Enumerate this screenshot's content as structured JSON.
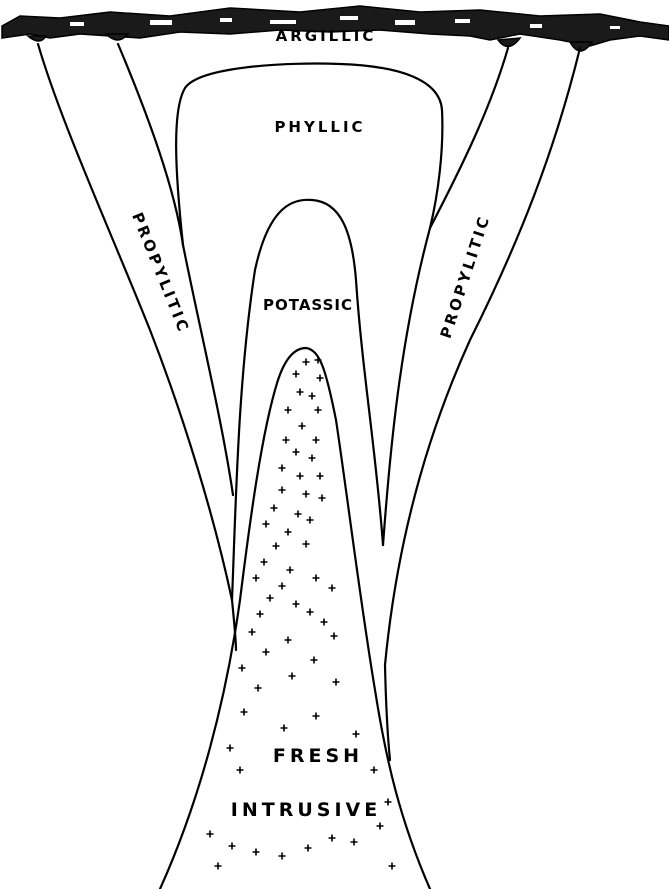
{
  "zones": {
    "argillic": "ARGILLIC",
    "phyllic": "PHYLLIC",
    "potassic": "POTASSIC",
    "propylitic_left": "PROPYLITIC",
    "propylitic_right": "PROPYLITIC",
    "fresh": "FRESH",
    "intrusive": "INTRUSIVE"
  },
  "symbols": {
    "intrusive_marker": "+"
  }
}
